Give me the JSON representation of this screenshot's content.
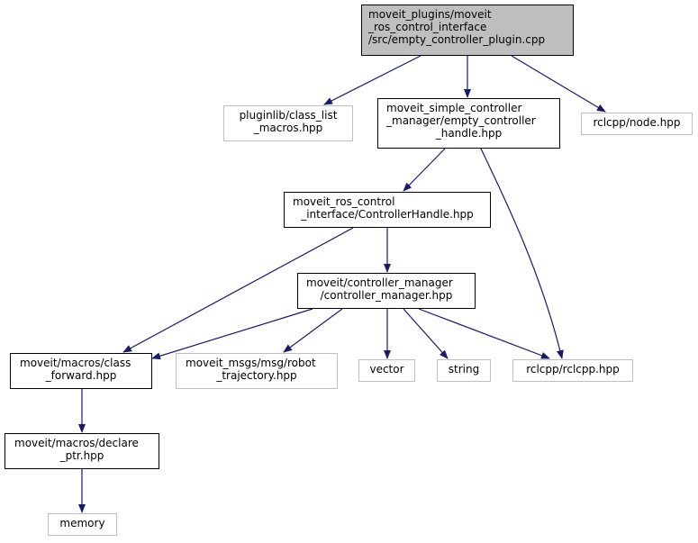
{
  "diagram": {
    "type": "include-dependency-graph",
    "nodes": [
      {
        "id": "root",
        "lines": [
          "moveit_plugins/moveit",
          "_ros_control_interface",
          "/src/empty_controller_plugin.cpp"
        ],
        "kind": "root"
      },
      {
        "id": "class_list_macros",
        "lines": [
          "pluginlib/class_list",
          "_macros.hpp"
        ],
        "kind": "external"
      },
      {
        "id": "empty_controller_handle",
        "lines": [
          "moveit_simple_controller",
          "_manager/empty_controller",
          "_handle.hpp"
        ],
        "kind": "internal"
      },
      {
        "id": "node_hpp",
        "lines": [
          "rclcpp/node.hpp"
        ],
        "kind": "external"
      },
      {
        "id": "controller_handle",
        "lines": [
          "moveit_ros_control",
          "_interface/ControllerHandle.hpp"
        ],
        "kind": "internal"
      },
      {
        "id": "controller_manager",
        "lines": [
          "moveit/controller_manager",
          "/controller_manager.hpp"
        ],
        "kind": "internal"
      },
      {
        "id": "class_forward",
        "lines": [
          "moveit/macros/class",
          "_forward.hpp"
        ],
        "kind": "internal"
      },
      {
        "id": "robot_trajectory",
        "lines": [
          "moveit_msgs/msg/robot",
          "_trajectory.hpp"
        ],
        "kind": "external"
      },
      {
        "id": "vector",
        "lines": [
          "vector"
        ],
        "kind": "external"
      },
      {
        "id": "string",
        "lines": [
          "string"
        ],
        "kind": "external"
      },
      {
        "id": "rclcpp_hpp",
        "lines": [
          "rclcpp/rclcpp.hpp"
        ],
        "kind": "external"
      },
      {
        "id": "declare_ptr",
        "lines": [
          "moveit/macros/declare",
          "_ptr.hpp"
        ],
        "kind": "internal"
      },
      {
        "id": "memory",
        "lines": [
          "memory"
        ],
        "kind": "external"
      }
    ],
    "edges": [
      {
        "from": "root",
        "to": "class_list_macros"
      },
      {
        "from": "root",
        "to": "empty_controller_handle"
      },
      {
        "from": "root",
        "to": "node_hpp"
      },
      {
        "from": "empty_controller_handle",
        "to": "controller_handle"
      },
      {
        "from": "empty_controller_handle",
        "to": "rclcpp_hpp"
      },
      {
        "from": "controller_handle",
        "to": "class_forward"
      },
      {
        "from": "controller_handle",
        "to": "controller_manager"
      },
      {
        "from": "controller_manager",
        "to": "class_forward"
      },
      {
        "from": "controller_manager",
        "to": "robot_trajectory"
      },
      {
        "from": "controller_manager",
        "to": "vector"
      },
      {
        "from": "controller_manager",
        "to": "string"
      },
      {
        "from": "controller_manager",
        "to": "rclcpp_hpp"
      },
      {
        "from": "class_forward",
        "to": "declare_ptr"
      },
      {
        "from": "declare_ptr",
        "to": "memory"
      }
    ],
    "colors": {
      "edge": "#191970",
      "root_fill": "#bfbfbf",
      "internal_border": "#000000",
      "external_border": "#bfbfbf",
      "text": "#000000"
    }
  }
}
